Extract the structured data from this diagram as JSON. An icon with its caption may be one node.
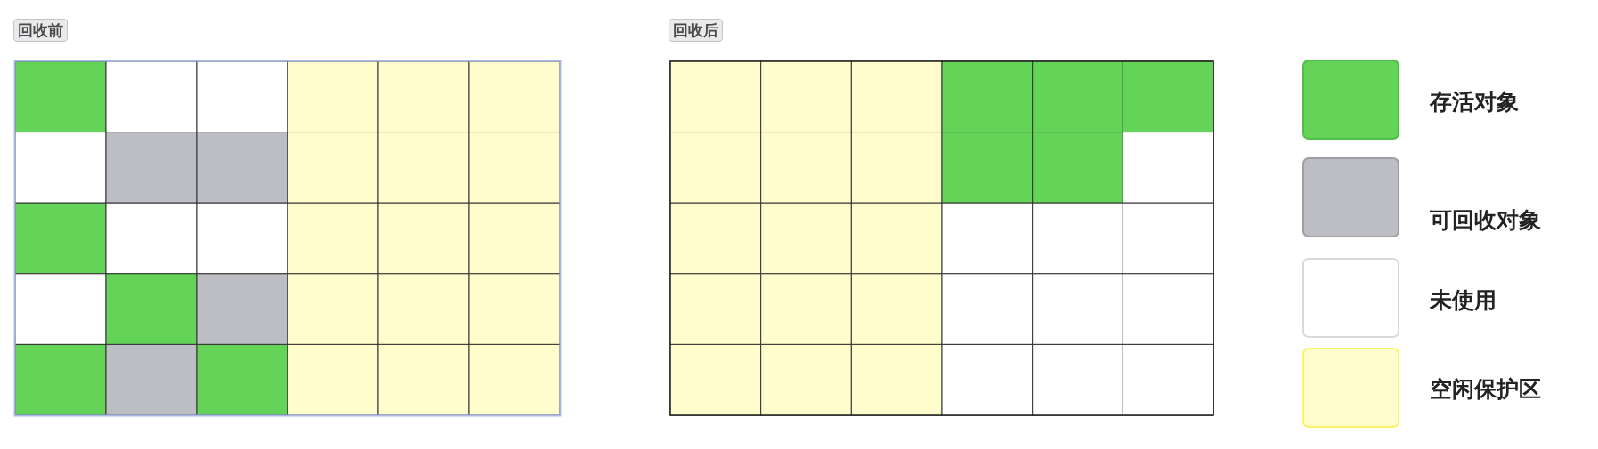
{
  "diagram": {
    "nodes": [
      {
        "text": [
          "回收前"
        ]
      },
      {
        "text": [
          "回收后"
        ]
      }
    ],
    "legend": [
      {
        "text": "存活对象",
        "color": "#63d457"
      },
      {
        "text": "可回收对象",
        "color": "#bcbec3"
      },
      {
        "text": "未使用",
        "color": "#ffffff"
      },
      {
        "text": "空闲保护区",
        "color": "#fffdcc"
      }
    ]
  }
}
